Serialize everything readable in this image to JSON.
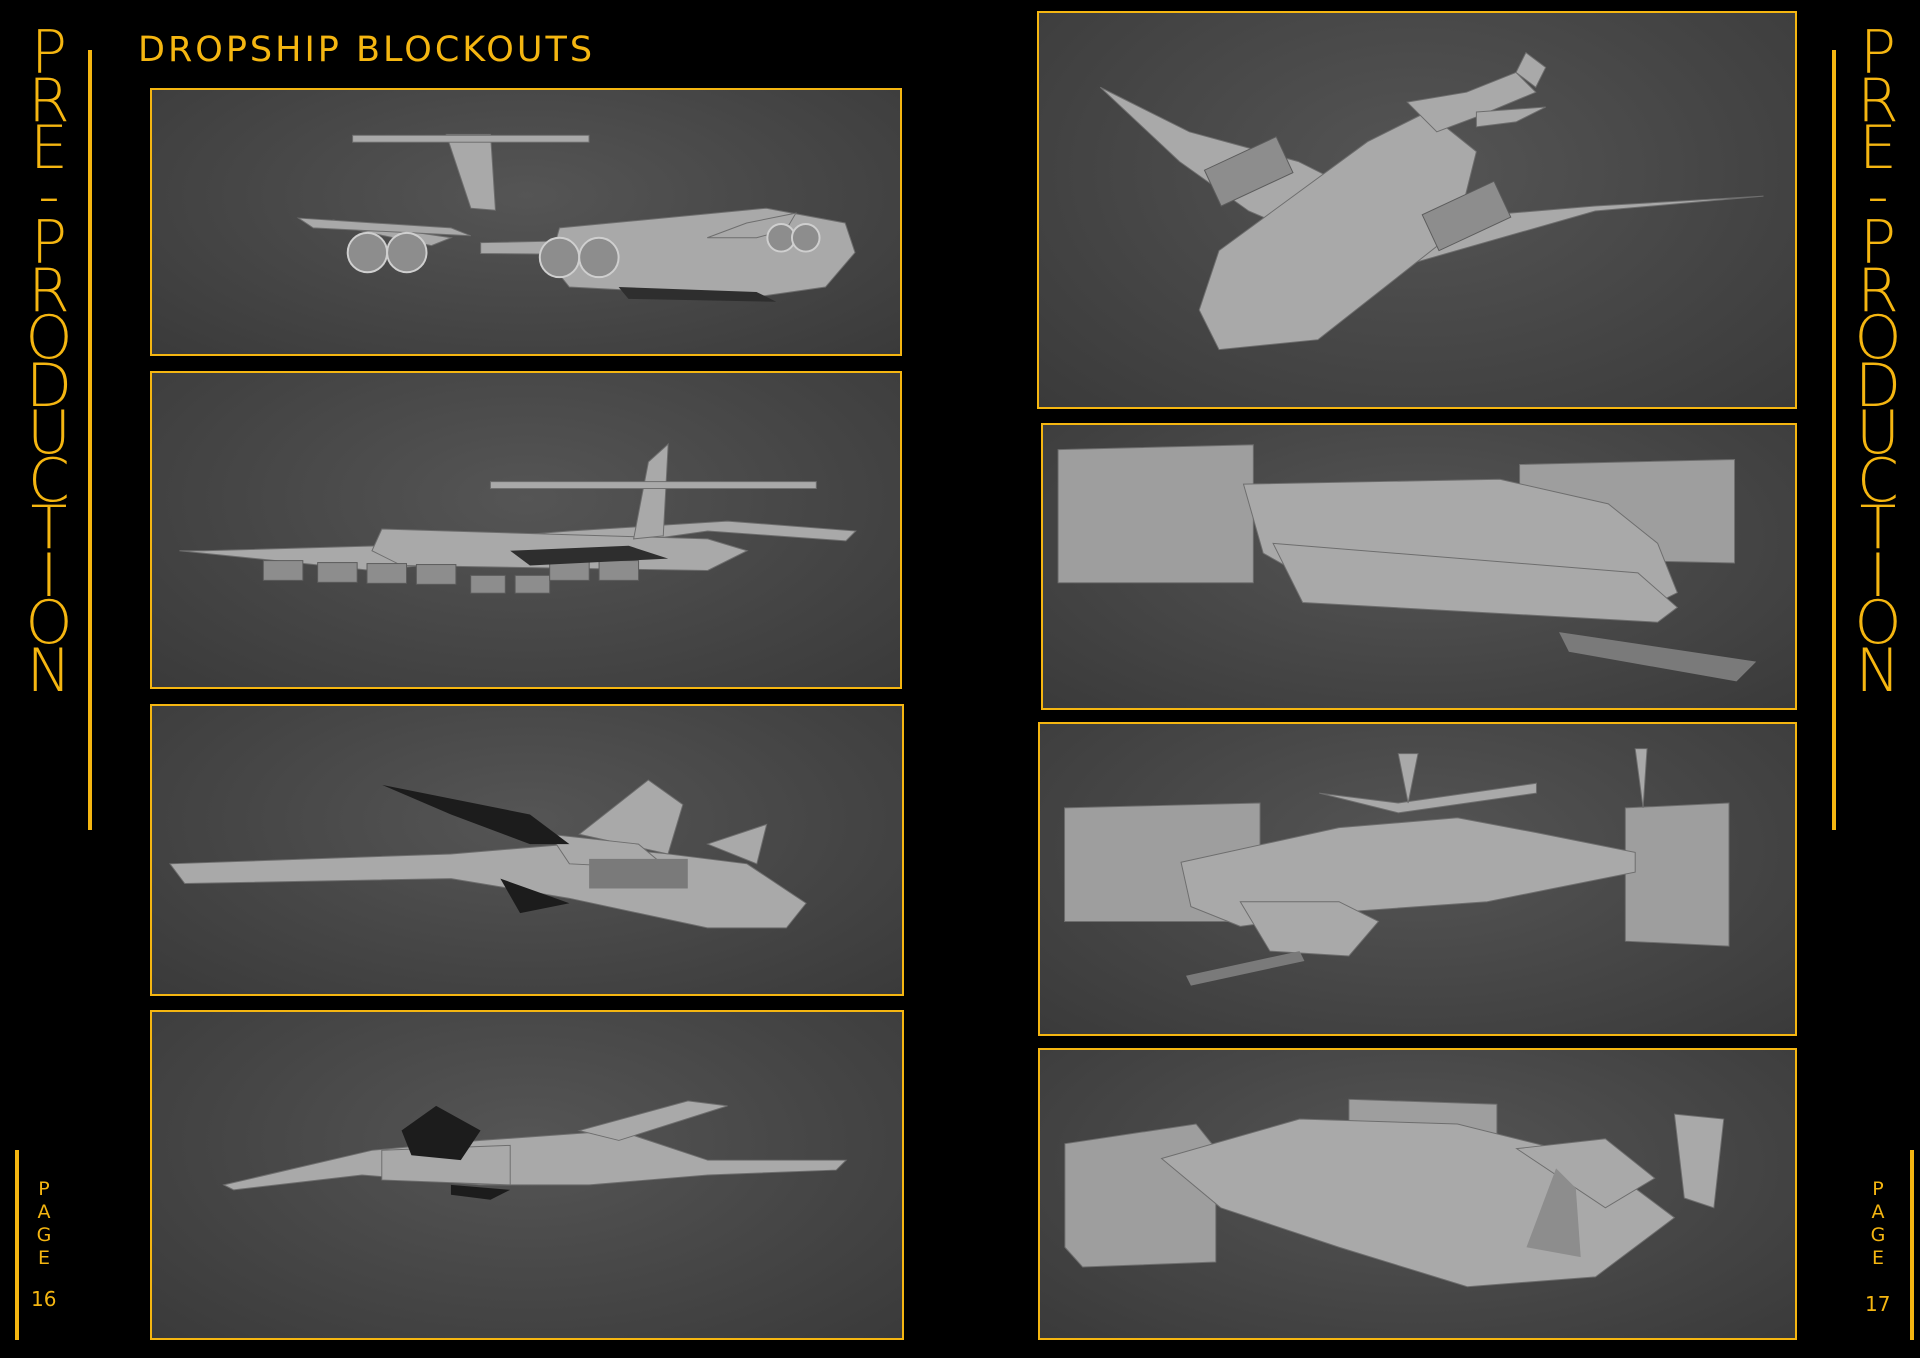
{
  "spread": {
    "left_title": "PRE-PRODUCTION",
    "right_title": "PRE-PRODUCTION",
    "section_heading": "DROPSHIP BLOCKOUTS",
    "left_page_label": "PAGE",
    "left_page_number": "16",
    "right_page_label": "PAGE",
    "right_page_number": "17"
  },
  "colors": {
    "accent": "#f5b611",
    "background": "#000000",
    "viewport": "#474747",
    "model": "#a9a9a9"
  },
  "panels": [
    {
      "id": "left-1",
      "model": "cargo-jet-front-quarter"
    },
    {
      "id": "left-2",
      "model": "cargo-jet-rear-quarter"
    },
    {
      "id": "left-3",
      "model": "swept-wing-dropship-side"
    },
    {
      "id": "left-4",
      "model": "swept-wing-dropship-low-front"
    },
    {
      "id": "right-1",
      "model": "delta-dropship-top-front"
    },
    {
      "id": "right-2",
      "model": "heavy-dropship-with-engine-blocks"
    },
    {
      "id": "right-3",
      "model": "heavy-dropship-front-quarter"
    },
    {
      "id": "right-4",
      "model": "heavy-dropship-rear-quarter"
    }
  ]
}
